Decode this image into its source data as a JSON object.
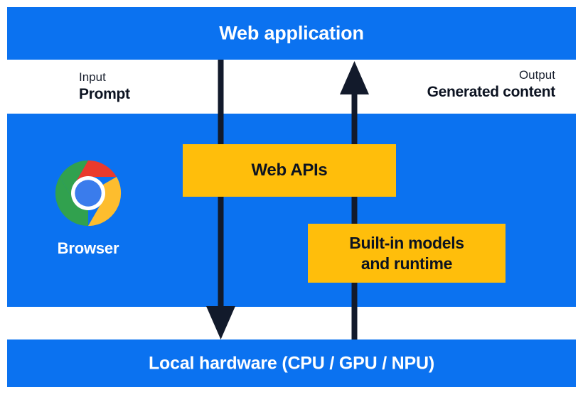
{
  "diagram": {
    "title": "Web application",
    "layers": {
      "web_application": {
        "label": "Web application"
      },
      "browser": {
        "label": "Browser",
        "logo": "chrome-logo",
        "boxes": [
          {
            "id": "web-apis",
            "label": "Web APIs"
          },
          {
            "id": "builtin-models",
            "line1": "Built-in models",
            "line2": "and runtime"
          }
        ]
      },
      "local_hardware": {
        "label": "Local hardware (CPU / GPU / NPU)"
      }
    },
    "flows": [
      {
        "id": "input",
        "kind": "Input",
        "value": "Prompt",
        "direction": "down"
      },
      {
        "id": "output",
        "kind": "Output",
        "value": "Generated content",
        "direction": "up"
      }
    ],
    "colors": {
      "layer_blue": "#0B72F0",
      "box_yellow": "#FFBE0B",
      "arrow_navy": "#121A2B",
      "layer_text": "#FFFFFF",
      "box_text": "#0C1321",
      "chrome_red": "#EA3A2D",
      "chrome_yellow": "#FDBD2E",
      "chrome_green": "#31A14E",
      "chrome_blue": "#3A7CEC"
    }
  }
}
